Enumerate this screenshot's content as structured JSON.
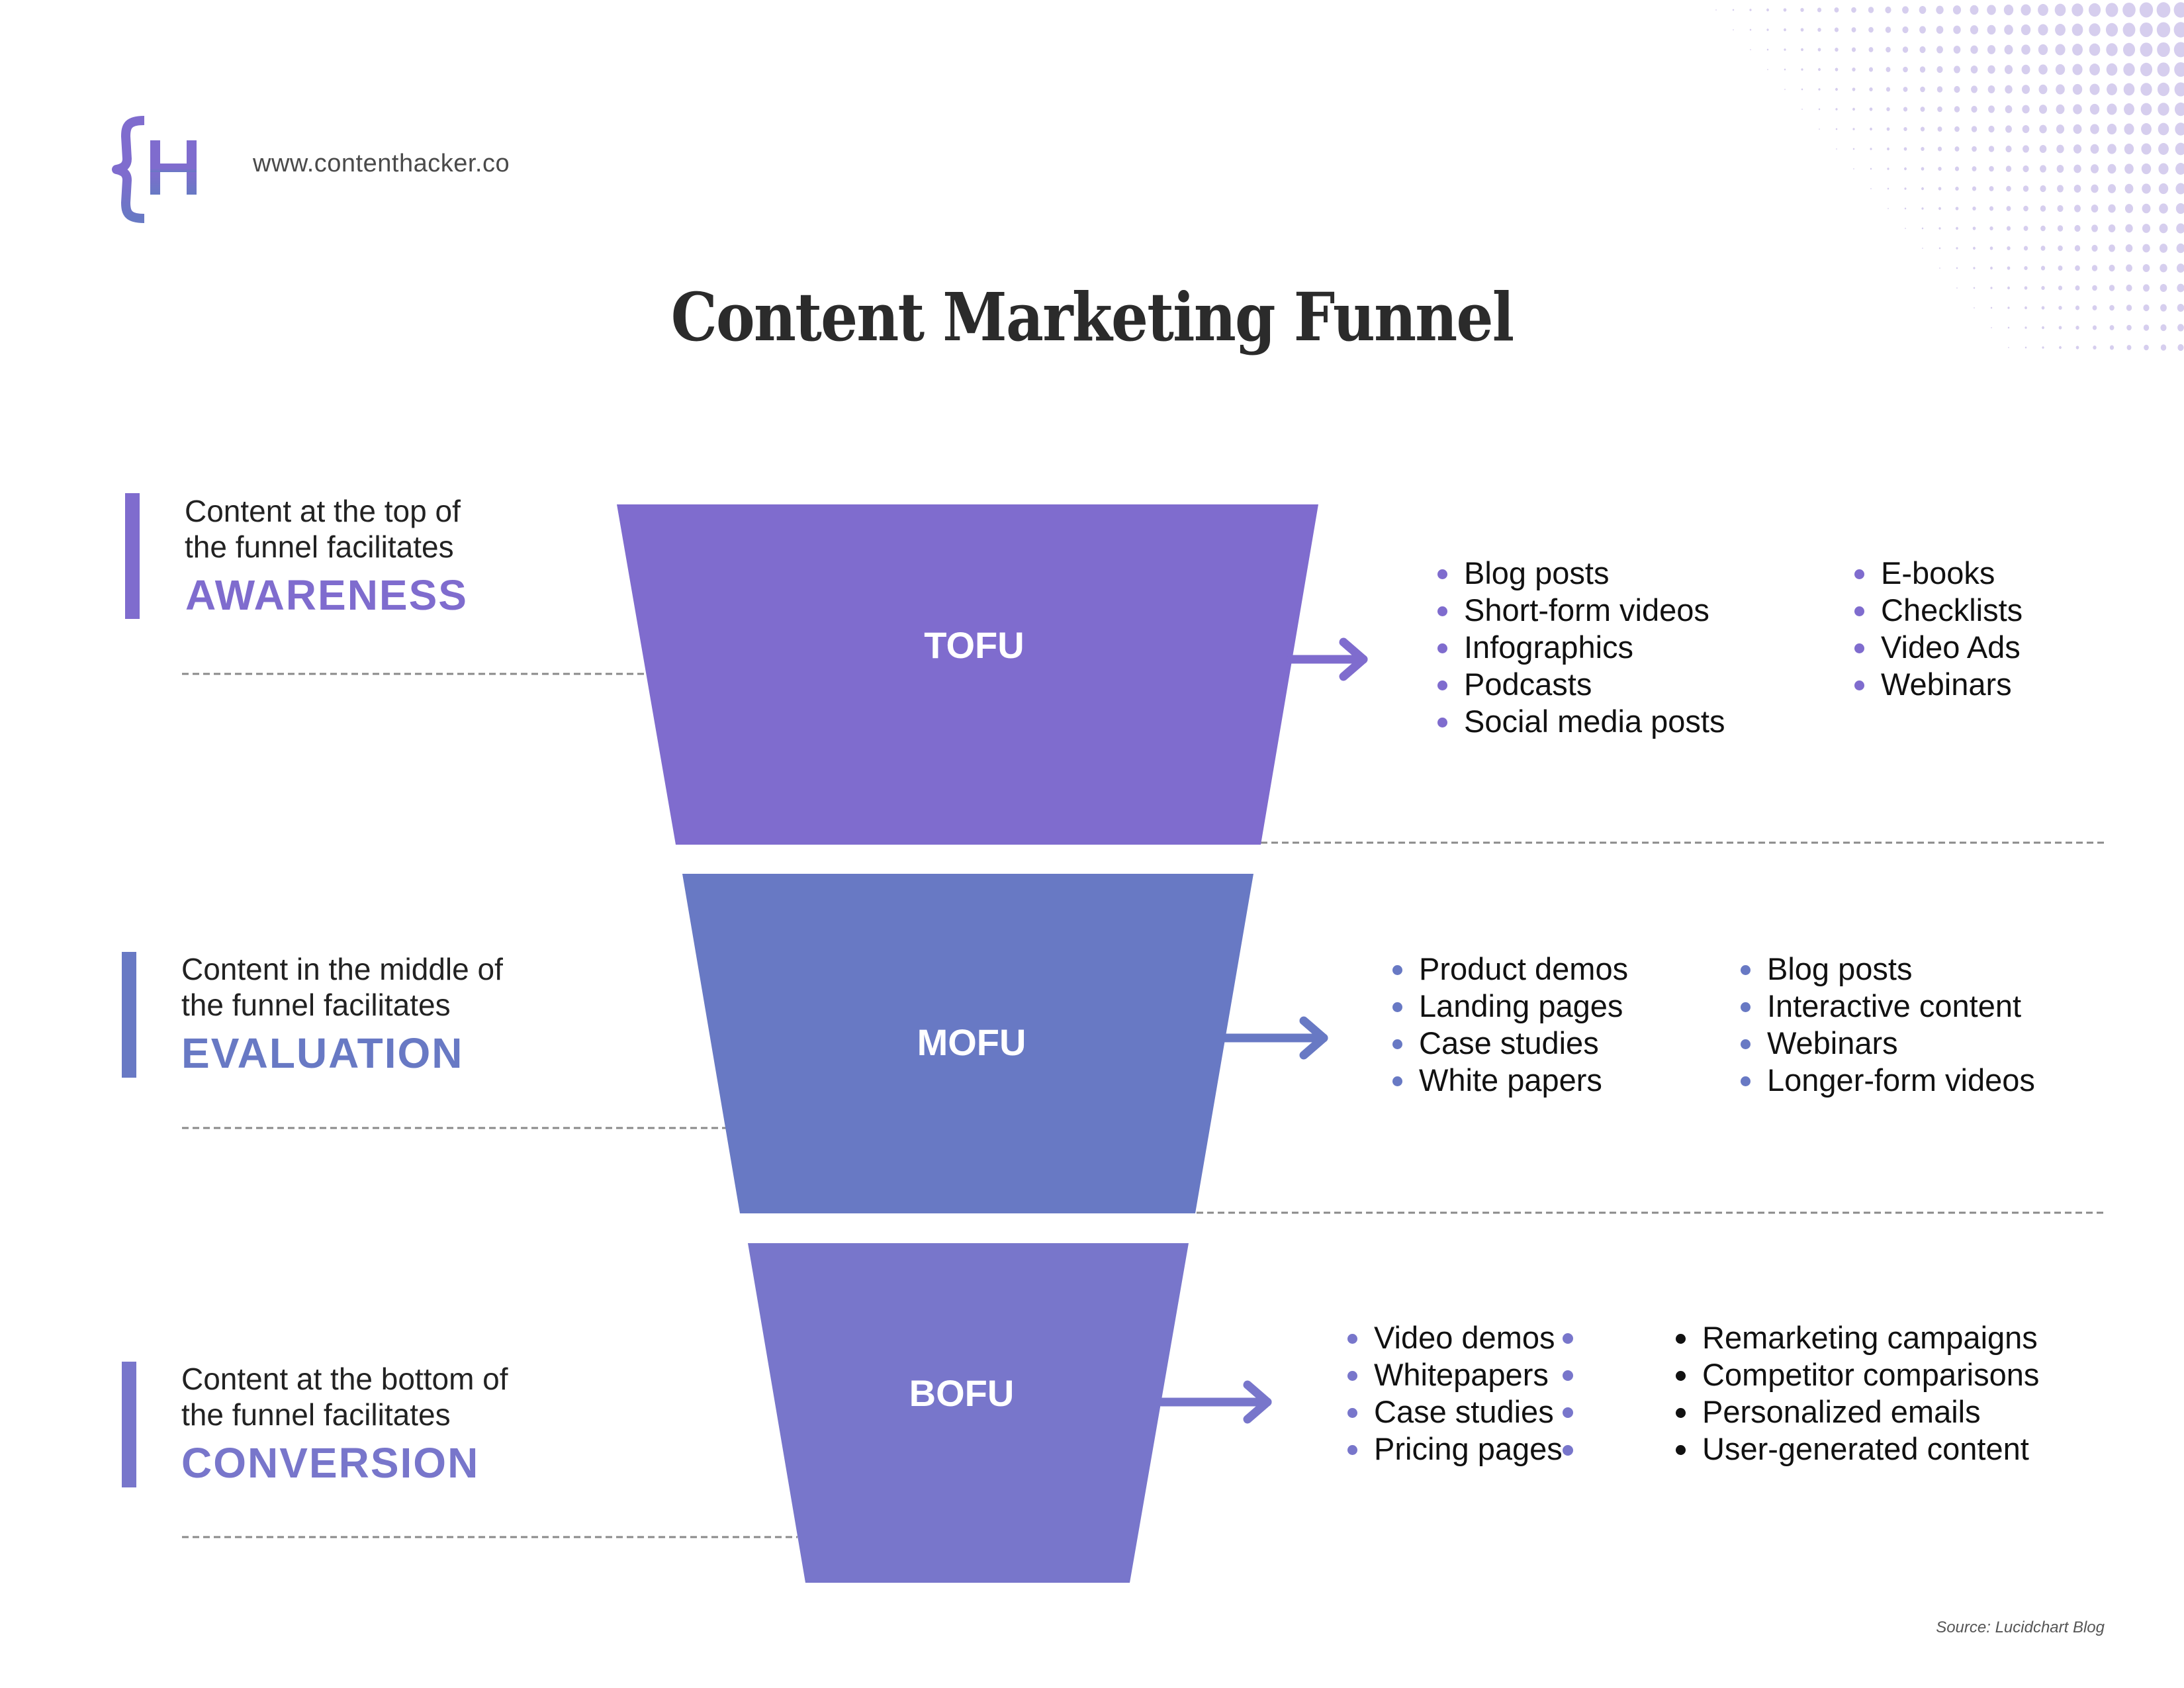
{
  "header": {
    "logo_text": "{H",
    "url": "www.contenthacker.co"
  },
  "title": "Content Marketing Funnel",
  "colors": {
    "tofu": "#7f6cce",
    "mofu": "#6879c4",
    "bofu": "#7876cb",
    "halftone": "#d6ceee",
    "title": "#2b2b2b",
    "divider": "#888888"
  },
  "stages": [
    {
      "key": "tofu",
      "funnel_label": "TOFU",
      "desc_line1": "Content at the top of",
      "desc_line2": "the funnel facilitates",
      "goal": "AWARENESS",
      "column1": [
        "Blog posts",
        "Short-form videos",
        "Infographics",
        "Podcasts",
        "Social media posts"
      ],
      "column2": [
        "E-books",
        "Checklists",
        "Video Ads",
        "Webinars"
      ]
    },
    {
      "key": "mofu",
      "funnel_label": "MOFU",
      "desc_line1": "Content in the middle of",
      "desc_line2": "the funnel facilitates",
      "goal": "EVALUATION",
      "column1": [
        "Product demos",
        "Landing pages",
        "Case studies",
        "White papers"
      ],
      "column2": [
        "Blog posts",
        "Interactive content",
        "Webinars",
        "Longer-form videos"
      ]
    },
    {
      "key": "bofu",
      "funnel_label": "BOFU",
      "desc_line1": "Content at the bottom of",
      "desc_line2": "the funnel facilitates",
      "goal": "CONVERSION",
      "column1": [
        "Video demos",
        "Whitepapers",
        "Case studies",
        "Pricing pages"
      ],
      "column2": [
        "Remarketing campaigns",
        "Competitor comparisons",
        "Personalized emails",
        "User-generated content"
      ]
    }
  ],
  "footer": {
    "source": "Source: Lucidchart Blog"
  }
}
